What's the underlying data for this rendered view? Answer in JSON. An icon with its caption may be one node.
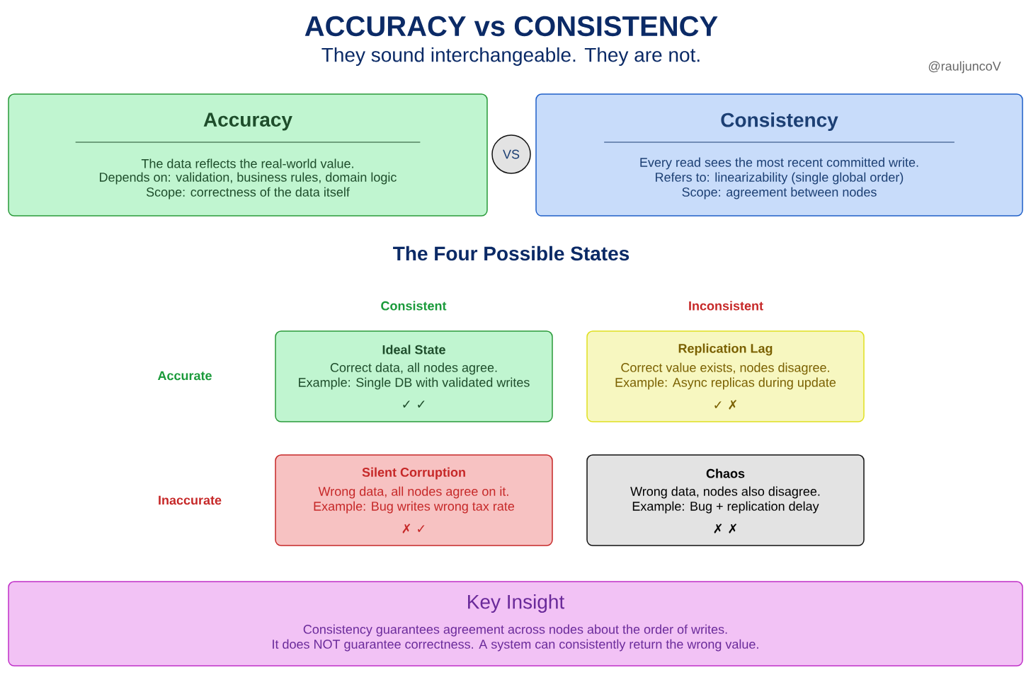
{
  "diagram": {
    "title": "ACCURACY vs CONSISTENCY",
    "nodes": [
      {
        "text": [
          "Accuracy",
          "The data reflects the real-world value.",
          "Depends on: validation, business rules, domain logic",
          "Scope: correctness of the data itself"
        ]
      },
      {
        "text": [
          "VS"
        ]
      },
      {
        "text": [
          "Consistency",
          "Every read sees the most recent committed write.",
          "Refers to: linearizability (single global order)",
          "Scope: agreement between nodes"
        ]
      },
      {
        "text": [
          "Ideal State",
          "Correct data, all nodes agree.",
          "Example: Single DB with validated writes",
          "✓ ✓"
        ]
      },
      {
        "text": [
          "Replication Lag",
          "Correct value exists, nodes disagree.",
          "Example: Async replicas during update",
          "✓ ✗"
        ]
      },
      {
        "text": [
          "Silent Corruption",
          "Wrong data, all nodes agree on it.",
          "Example: Bug writes wrong tax rate",
          "✗ ✓"
        ]
      },
      {
        "text": [
          "Chaos",
          "Wrong data, nodes also disagree.",
          "Example: Bug + replication delay",
          "✗ ✗"
        ]
      },
      {
        "text": [
          "Key Insight",
          "Consistency guarantees agreement across nodes about the order of writes.",
          "It does NOT guarantee correctness. A system can consistently return the wrong value."
        ]
      }
    ],
    "labels": [
      "They sound interchangeable. They are not.",
      "@rauljuncoV",
      "The Four Possible States",
      "Consistent",
      "Inconsistent",
      "Accurate",
      "Inaccurate"
    ]
  }
}
